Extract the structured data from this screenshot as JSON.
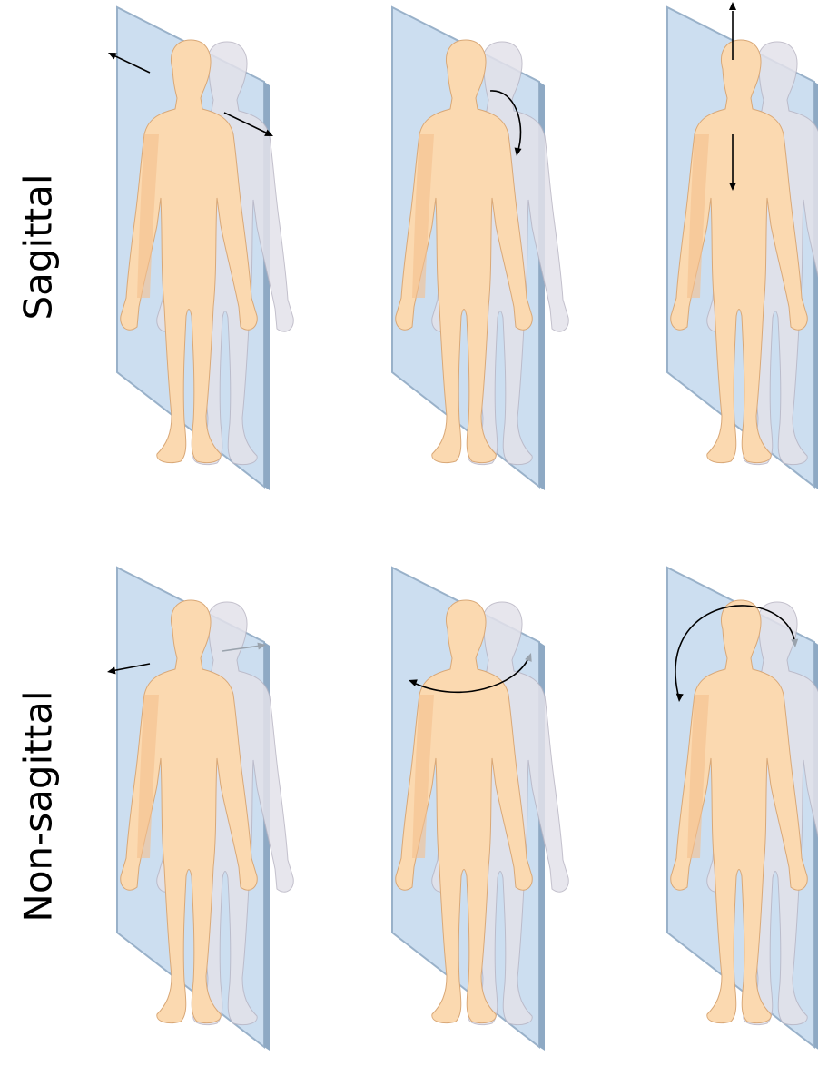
{
  "rows": [
    {
      "label": "Sagittal"
    },
    {
      "label": "Non-sagittal"
    }
  ],
  "colors": {
    "plane_fill": "#c7dbef",
    "plane_edge": "#8ea9c4",
    "skin": "#fbd9b0",
    "skin_shadow": "#f5c08e",
    "ghost": "#e3e2ea",
    "arrow": "#000000",
    "arrow_gray": "#9aa3ad"
  },
  "panels": [
    {
      "row": 0,
      "col": 0,
      "arrows": "opposite-diagonal"
    },
    {
      "row": 0,
      "col": 1,
      "arrows": "shoulder-curve-down"
    },
    {
      "row": 0,
      "col": 2,
      "arrows": "vertical-up-down"
    },
    {
      "row": 1,
      "col": 0,
      "arrows": "lateral-out"
    },
    {
      "row": 1,
      "col": 1,
      "arrows": "horizontal-curve"
    },
    {
      "row": 1,
      "col": 2,
      "arrows": "overhead-arc"
    }
  ]
}
